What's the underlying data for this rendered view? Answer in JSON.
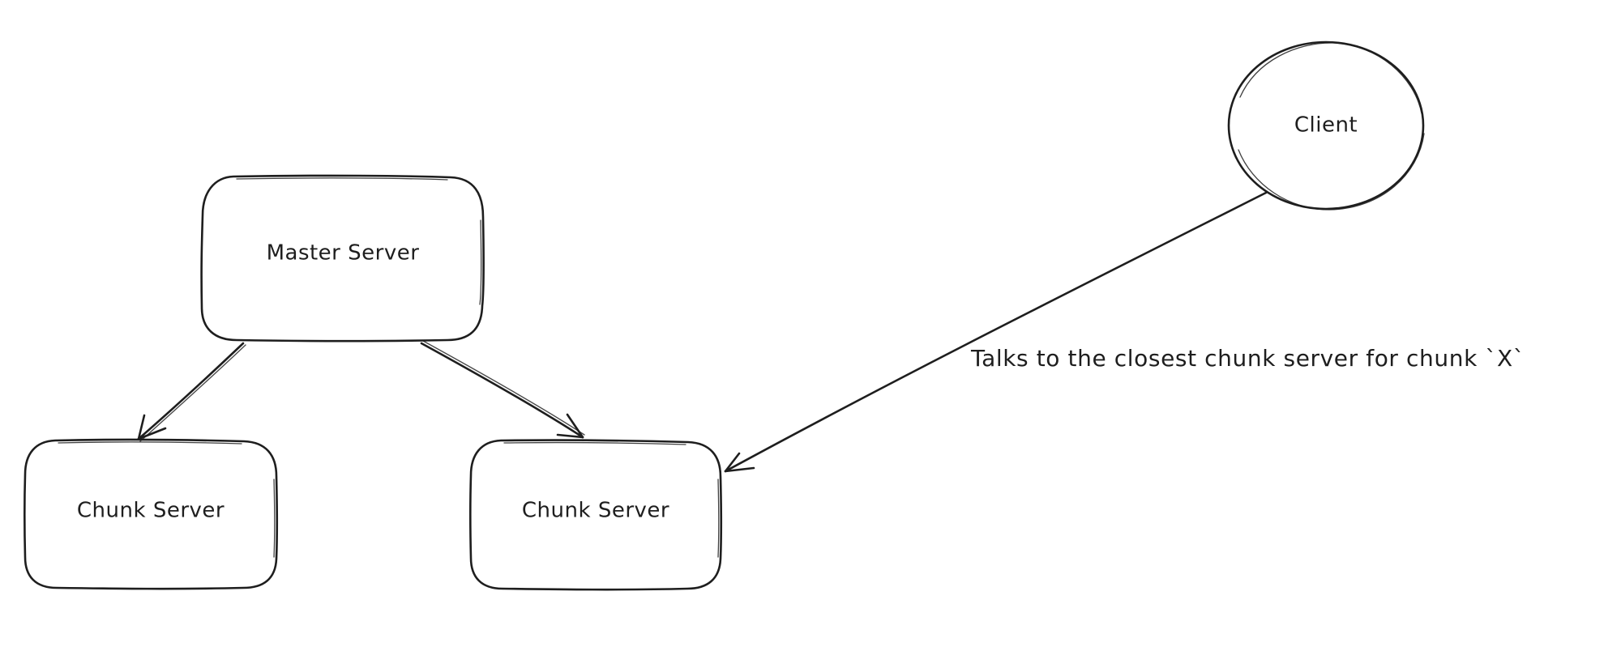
{
  "nodes": {
    "master": {
      "label": "Master Server"
    },
    "chunk_left": {
      "label": "Chunk Server"
    },
    "chunk_right": {
      "label": "Chunk Server"
    },
    "client": {
      "label": "Client"
    }
  },
  "edges": {
    "client_to_chunk": {
      "label": "Talks to the closest chunk server for chunk `X`"
    }
  },
  "colors": {
    "stroke": "#1e1e1e",
    "background": "#ffffff"
  }
}
